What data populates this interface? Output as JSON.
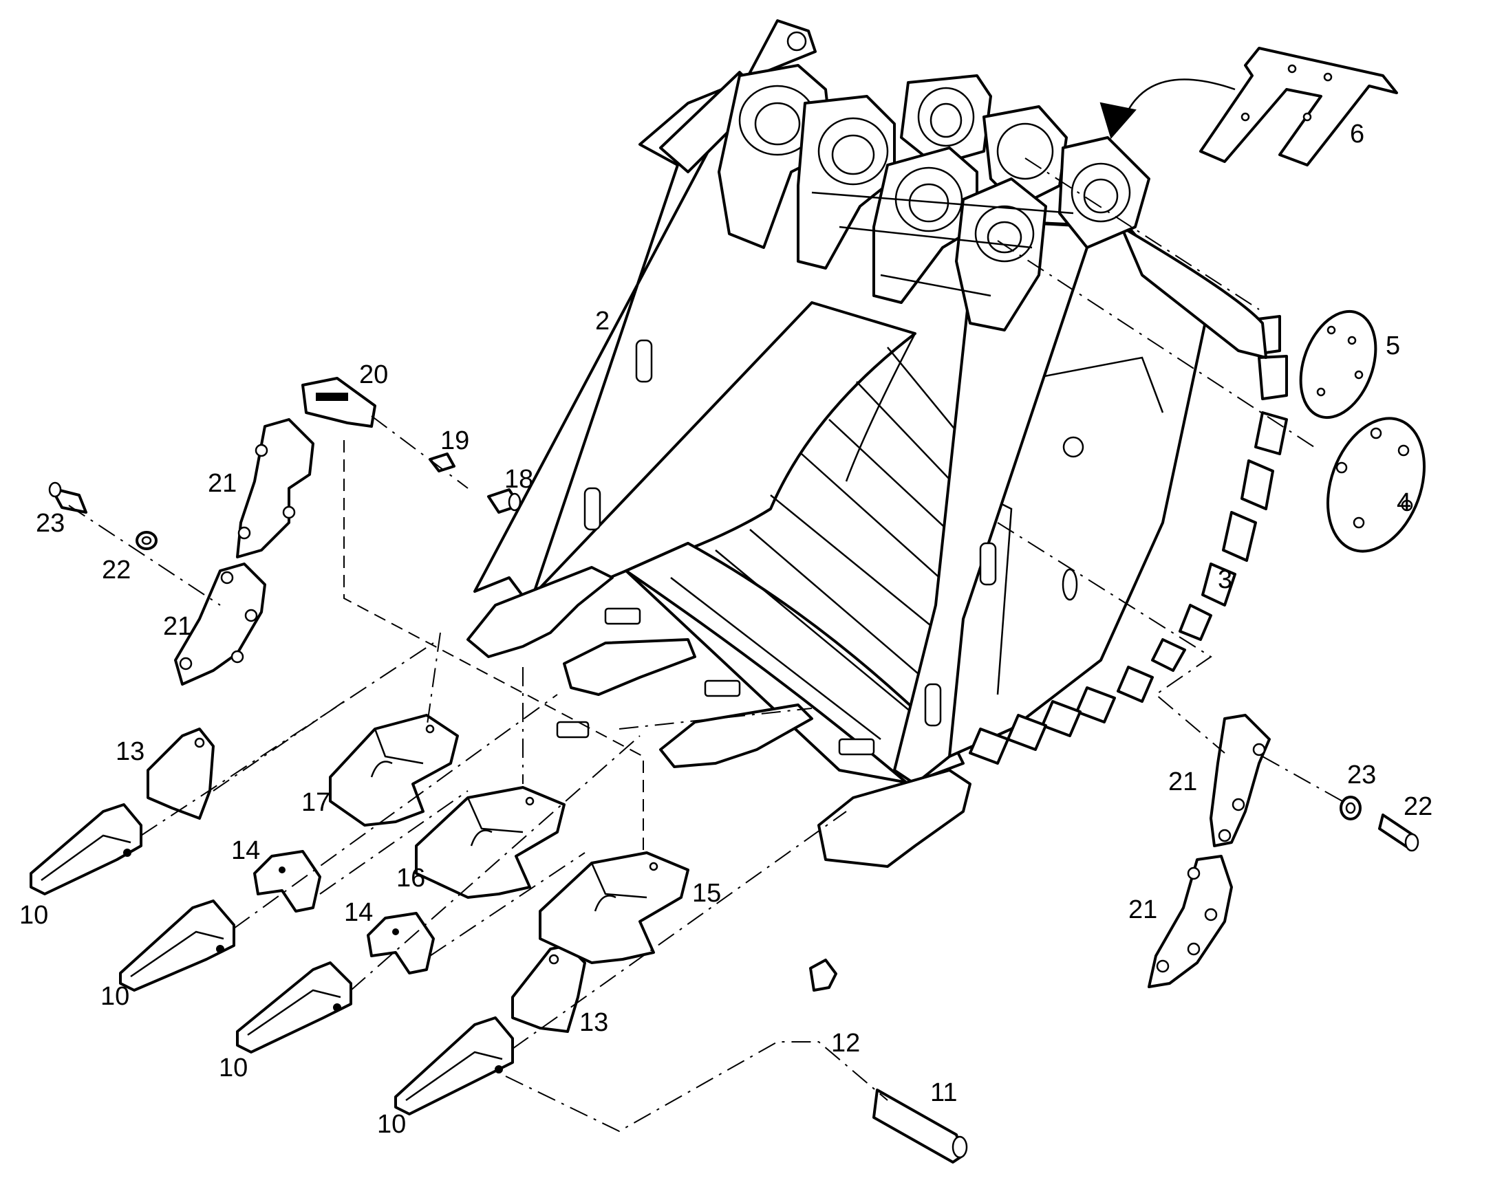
{
  "callouts": {
    "c2": "2",
    "c3": "3",
    "c4": "4",
    "c5": "5",
    "c6": "6",
    "c10a": "10",
    "c10b": "10",
    "c10c": "10",
    "c10d": "10",
    "c11": "11",
    "c12": "12",
    "c13a": "13",
    "c13b": "13",
    "c14a": "14",
    "c14b": "14",
    "c15": "15",
    "c16": "16",
    "c17": "17",
    "c18": "18",
    "c19": "19",
    "c20": "20",
    "c21a": "21",
    "c21b": "21",
    "c21c": "21",
    "c21d": "21",
    "c22a": "22",
    "c22b": "22",
    "c23a": "23",
    "c23b": "23"
  },
  "colors": {
    "line": "#000000",
    "background": "#ffffff"
  }
}
